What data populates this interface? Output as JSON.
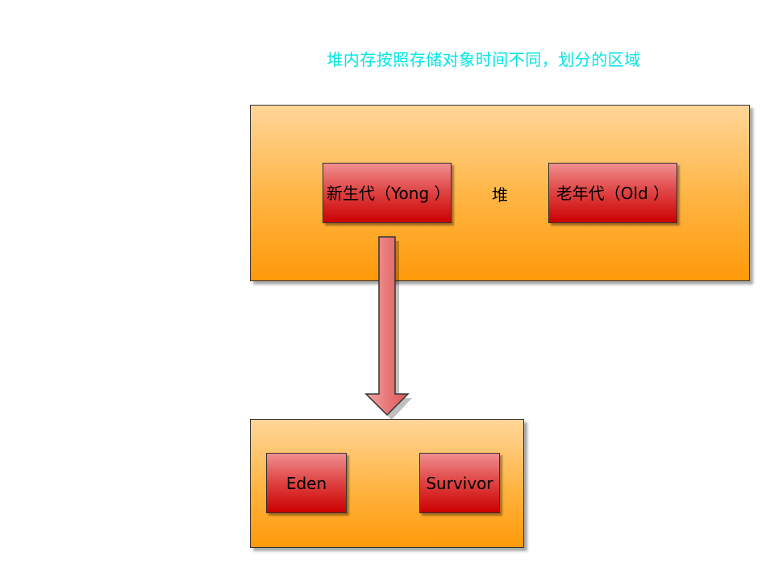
{
  "title": "堆内存按照存储对象时间不同，划分的区域",
  "heap": {
    "label": "堆",
    "young_generation": "新生代（Yong ）",
    "old_generation": "老年代（Old ）"
  },
  "young_generation_detail": {
    "eden": "Eden",
    "survivor": "Survivor"
  },
  "colors": {
    "title": "#00e5e5",
    "container_fill": "#ffb340",
    "region_fill": "#e04848",
    "arrow_fill": "#e87878"
  }
}
